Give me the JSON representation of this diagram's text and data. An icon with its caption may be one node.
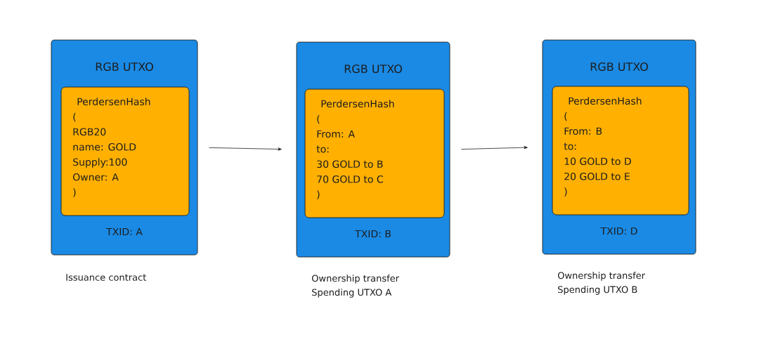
{
  "diagram": {
    "nodes": [
      {
        "text": [
          "RGB UTXO",
          "TXID: A"
        ],
        "beside": [
          "Issuance contract"
        ]
      },
      {
        "text": [
          "PerdersenHash",
          "(",
          "RGB20",
          "name: GOLD",
          "Supply:100",
          "Owner: A",
          ")"
        ],
        "in": 0
      },
      {
        "text": [
          "RGB UTXO",
          "TXID: B"
        ],
        "beside": [
          "Ownership transfer",
          "Spending UTXO A"
        ]
      },
      {
        "text": [
          "PerdersenHash",
          "(",
          "From: A",
          "to:",
          "30 GOLD to B",
          "70 GOLD to C",
          ")"
        ],
        "in": 2
      },
      {
        "text": [
          "RGB UTXO",
          "TXID: D"
        ],
        "beside": [
          "Ownership transfer",
          "Spending UTXO B"
        ]
      },
      {
        "text": [
          "PerdersenHash",
          "(",
          "From: B",
          "to:",
          "10 GOLD to D",
          "20 GOLD to E",
          ")"
        ],
        "in": 4
      }
    ],
    "edges": [
      {
        "from": 0,
        "to": 2,
        "arrow": "to"
      },
      {
        "from": 2,
        "to": 4,
        "arrow": "to"
      }
    ]
  }
}
